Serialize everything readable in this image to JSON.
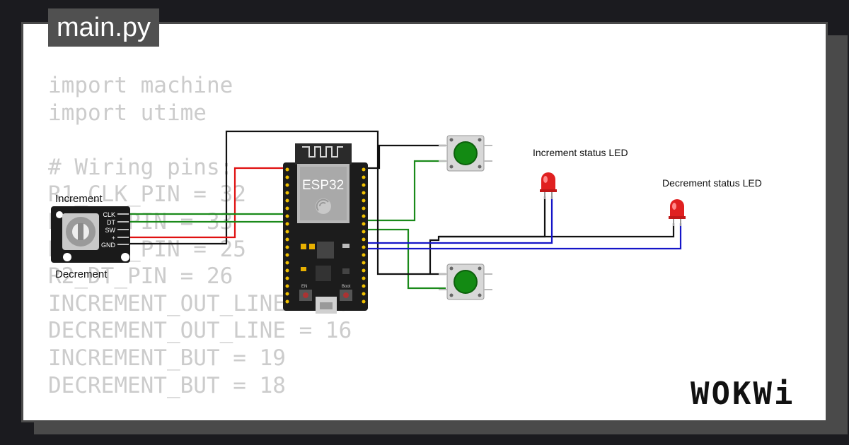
{
  "file": {
    "name": "main.py"
  },
  "code_lines": [
    "import machine",
    "import utime",
    "",
    "# Wiring pins:",
    "R1_CLK_PIN = 32",
    "R1_DT_PIN = 33",
    "R2_CLK_PIN = 25",
    "R2_DT_PIN = 26",
    "INCREMENT_OUT_LINE = 17",
    "DECREMENT_OUT_LINE = 16",
    "INCREMENT_BUT = 19",
    "DECREMENT_BUT = 18"
  ],
  "encoder": {
    "label_top": "Increment",
    "label_bottom": "Decrement",
    "pins": [
      "CLK",
      "DT",
      "SW",
      "+",
      "GND"
    ]
  },
  "board": {
    "name": "ESP32",
    "en_label": "EN",
    "boot_label": "Boot"
  },
  "leds": {
    "increment_label": "Increment status LED",
    "decrement_label": "Decrement status LED"
  },
  "brand": {
    "logo": "WOKWi"
  },
  "colors": {
    "wire_black": "#111111",
    "wire_red": "#e01010",
    "wire_green": "#1a8a1a",
    "wire_blue": "#1515c8",
    "led_red": "#e02020",
    "button_green": "#138a13",
    "code_text": "#cccccc"
  }
}
